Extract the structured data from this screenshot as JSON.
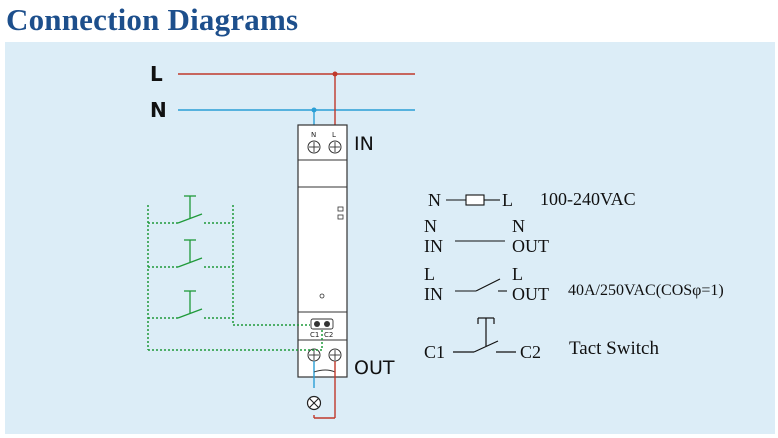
{
  "title": "Connection Diagrams",
  "lines": {
    "live": "L",
    "neutral": "N"
  },
  "device": {
    "in_label": "IN",
    "out_label": "OUT",
    "top_terminals": [
      "N",
      "L"
    ],
    "control_terminals": [
      "C1",
      "C2"
    ]
  },
  "legend": {
    "power": {
      "left": "N",
      "right": "L",
      "spec": "100-240VAC"
    },
    "neutral_path": {
      "top_left": "N",
      "top_right": "N",
      "bottom_left": "IN",
      "bottom_right": "OUT"
    },
    "load_contact": {
      "top_left": "L",
      "top_right": "L",
      "bottom_left": "IN",
      "bottom_right": "OUT",
      "spec": "40A/250VAC(COSφ=1)"
    },
    "tact_switch": {
      "left": "C1",
      "right": "C2",
      "name": "Tact Switch"
    }
  },
  "colors": {
    "heading": "#1d4f8c",
    "panel": "#dcedf7",
    "live_wire": "#c0392b",
    "neutral_wire": "#2a9fd6",
    "control_wire": "#1f9a3a"
  }
}
